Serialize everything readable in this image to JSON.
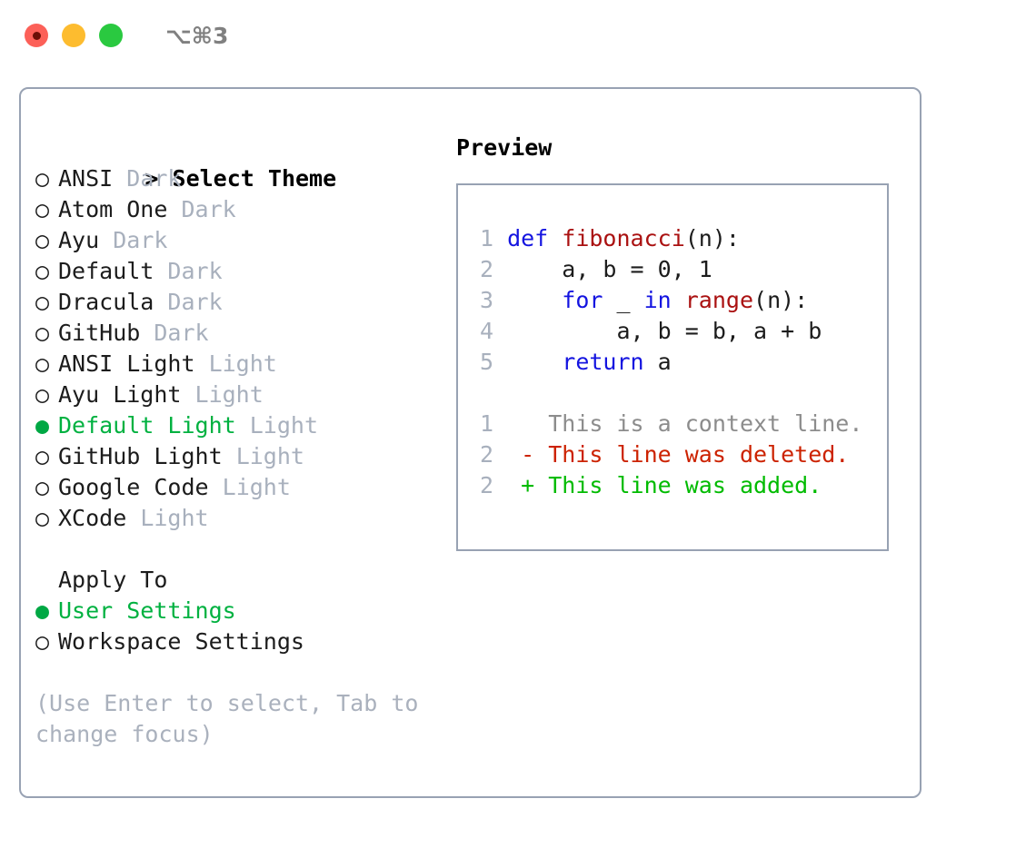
{
  "titlebar": {
    "shortcut": "⌥⌘3",
    "buttons": [
      "close",
      "minimize",
      "maximize"
    ]
  },
  "theme_picker": {
    "header_prefix": "> ",
    "header": "Select Theme",
    "bullet_unselected": "○",
    "bullet_selected": "●",
    "items": [
      {
        "name": "ANSI",
        "tag": "Dark",
        "selected": false
      },
      {
        "name": "Atom One",
        "tag": "Dark",
        "selected": false
      },
      {
        "name": "Ayu",
        "tag": "Dark",
        "selected": false
      },
      {
        "name": "Default",
        "tag": "Dark",
        "selected": false
      },
      {
        "name": "Dracula",
        "tag": "Dark",
        "selected": false
      },
      {
        "name": "GitHub",
        "tag": "Dark",
        "selected": false
      },
      {
        "name": "ANSI Light",
        "tag": "Light",
        "selected": false
      },
      {
        "name": "Ayu Light",
        "tag": "Light",
        "selected": false
      },
      {
        "name": "Default Light",
        "tag": "Light",
        "selected": true
      },
      {
        "name": "GitHub Light",
        "tag": "Light",
        "selected": false
      },
      {
        "name": "Google Code",
        "tag": "Light",
        "selected": false
      },
      {
        "name": "XCode",
        "tag": "Light",
        "selected": false
      }
    ]
  },
  "apply_to": {
    "header": "Apply To",
    "items": [
      {
        "name": "User Settings",
        "selected": true
      },
      {
        "name": "Workspace Settings",
        "selected": false
      }
    ]
  },
  "hint": {
    "line1": "(Use Enter to select, Tab to",
    "line2": "change focus)"
  },
  "preview": {
    "title": "Preview",
    "code_lines": [
      {
        "num": "1",
        "tokens": [
          {
            "t": "def ",
            "c": "kw"
          },
          {
            "t": "fibonacci",
            "c": "fn"
          },
          {
            "t": "(n):",
            "c": "plain"
          }
        ]
      },
      {
        "num": "2",
        "tokens": [
          {
            "t": "    a, b = 0, 1",
            "c": "plain"
          }
        ]
      },
      {
        "num": "3",
        "tokens": [
          {
            "t": "    for ",
            "c": "kw"
          },
          {
            "t": "_ ",
            "c": "plain"
          },
          {
            "t": "in ",
            "c": "kw"
          },
          {
            "t": "range",
            "c": "fn"
          },
          {
            "t": "(n):",
            "c": "plain"
          }
        ]
      },
      {
        "num": "4",
        "tokens": [
          {
            "t": "        a, b = b, a + b",
            "c": "plain"
          }
        ]
      },
      {
        "num": "5",
        "tokens": [
          {
            "t": "    return ",
            "c": "kw"
          },
          {
            "t": "a",
            "c": "plain"
          }
        ]
      }
    ],
    "diff_lines": [
      {
        "num": "1",
        "marker": " ",
        "text": "This is a context line.",
        "kind": "ctx"
      },
      {
        "num": "2",
        "marker": "-",
        "text": "This line was deleted.",
        "kind": "del"
      },
      {
        "num": "2",
        "marker": "+",
        "text": "This line was added.",
        "kind": "add"
      }
    ]
  },
  "colors": {
    "selection_green": "#00b140",
    "tag_gray": "#a8b0bd",
    "border": "#98a2b3",
    "keyword_blue": "#1414e0",
    "function_red": "#aa1111",
    "diff_add_green": "#00bb00",
    "diff_del_red": "#cc2200",
    "context_gray": "#8c8c8c",
    "hint_gray": "#aab1bd"
  }
}
